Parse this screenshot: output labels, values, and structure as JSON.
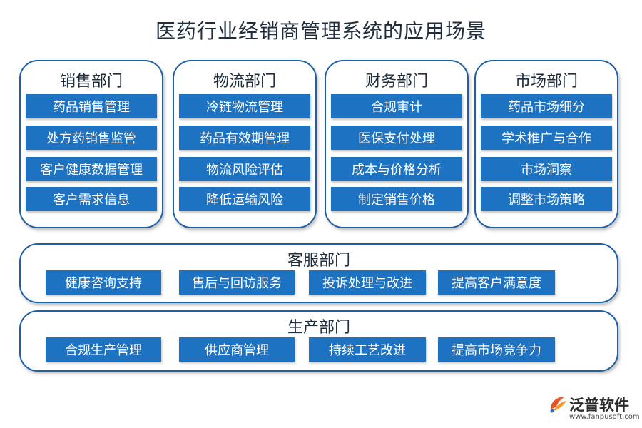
{
  "title": "医药行业经销商管理系统的应用场景",
  "departments": [
    {
      "name": "销售部门",
      "items": [
        "药品销售管理",
        "处方药销售监管",
        "客户健康数据管理",
        "客户需求信息"
      ]
    },
    {
      "name": "物流部门",
      "items": [
        "冷链物流管理",
        "药品有效期管理",
        "物流风险评估",
        "降低运输风险"
      ]
    },
    {
      "name": "财务部门",
      "items": [
        "合规审计",
        "医保支付处理",
        "成本与价格分析",
        "制定销售价格"
      ]
    },
    {
      "name": "市场部门",
      "items": [
        "药品市场细分",
        "学术推广与合作",
        "市场洞察",
        "调整市场策略"
      ]
    },
    {
      "name": "客服部门",
      "items": [
        "健康咨询支持",
        "售后与回访服务",
        "投诉处理与改进",
        "提高客户满意度"
      ]
    },
    {
      "name": "生产部门",
      "items": [
        "合规生产管理",
        "供应商管理",
        "持续工艺改进",
        "提高市场竞争力"
      ]
    }
  ],
  "logo": {
    "name": "泛普软件",
    "url": "www.fanpusoft.com",
    "icon": "fanpu-logo-icon"
  },
  "colors": {
    "border": "#1f5ea8",
    "item_bg": "#1e72c2",
    "item_text": "#ffffff"
  }
}
